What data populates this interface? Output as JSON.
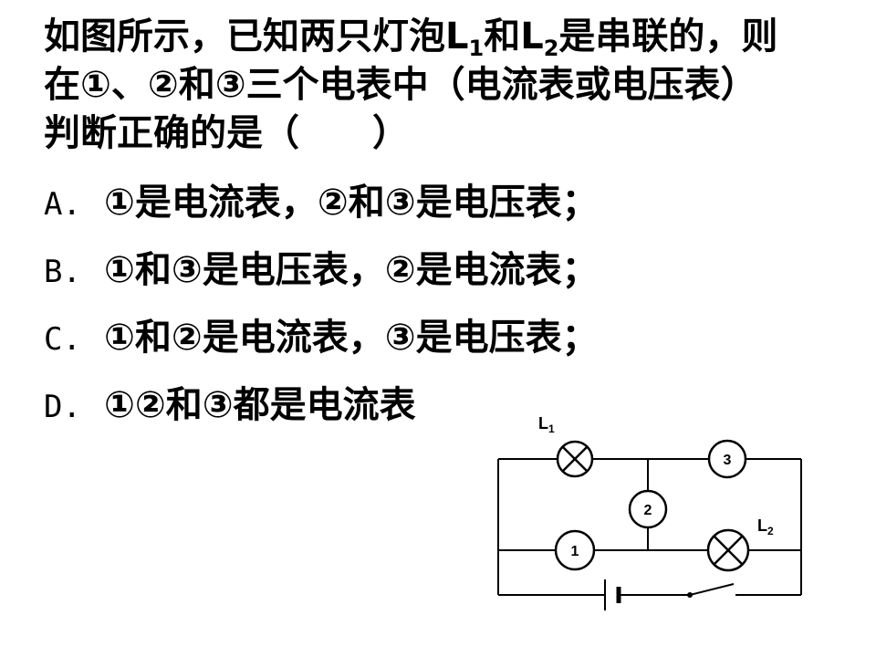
{
  "question": {
    "line1_a": "如图所示，已知两只灯泡L",
    "sub1": "1",
    "line1_b": "和L",
    "sub2": "2",
    "line1_c": "是串联的，则",
    "line2": "在①、②和③三个电表中（电流表或电压表）",
    "line3": "判断正确的是（　　）"
  },
  "options": [
    {
      "letter": "A.",
      "text": "①是电流表，②和③是电压表；"
    },
    {
      "letter": "B.",
      "text": "①和③是电压表，②是电流表；"
    },
    {
      "letter": "C.",
      "text": "①和②是电流表，③是电压表；"
    },
    {
      "letter": "D.",
      "text": "①②和③都是电流表"
    }
  ],
  "circuit": {
    "lamp1_label": "L",
    "lamp1_sub": "1",
    "lamp2_label": "L",
    "lamp2_sub": "2",
    "meter1": "1",
    "meter2": "2",
    "meter3": "3"
  }
}
